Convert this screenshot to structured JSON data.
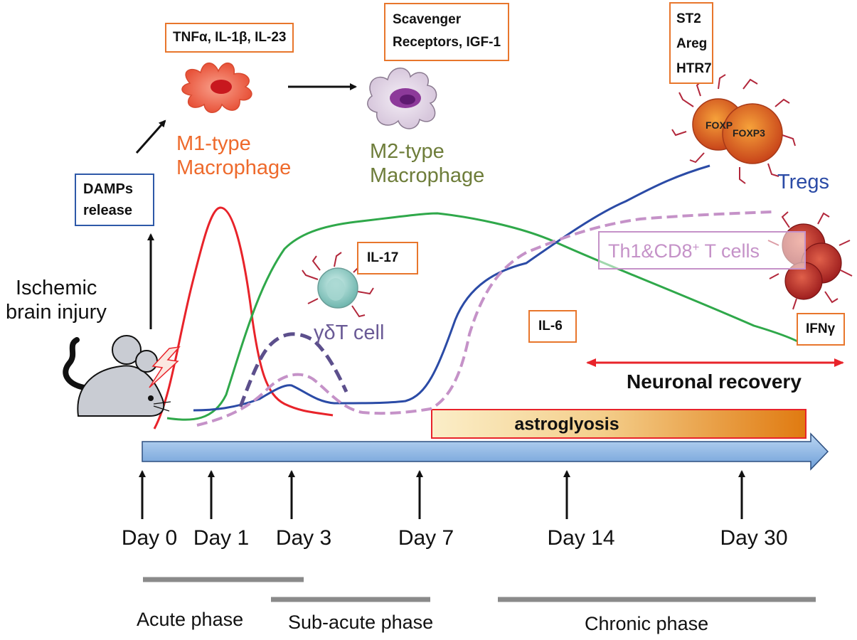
{
  "injury": {
    "line1": "Ischemic",
    "line2": "brain injury"
  },
  "damps": {
    "line1": "DAMPs",
    "line2": "release"
  },
  "m1": {
    "cytokines": "TNFα, IL-1β, IL-23",
    "line1": "M1-type",
    "line2": "Macrophage"
  },
  "m2": {
    "line1": "Scavenger",
    "line2": "Receptors, IGF-1",
    "name1": "M2-type",
    "name2": "Macrophage"
  },
  "tregs": {
    "line1": "ST2",
    "line2": "Areg",
    "line3": "HTR7",
    "label": "Tregs",
    "marker": "FOXP3",
    "marker_clip": "FOXP"
  },
  "il17": "IL-17",
  "gdt": "γδT cell",
  "il6": "IL-6",
  "th1": {
    "pre": "Th1&CD8",
    "sup": "+",
    "post": " T cells"
  },
  "ifng": "IFNγ",
  "recovery": "Neuronal recovery",
  "astro": "astroglyosis",
  "days": [
    "Day 0",
    "Day 1",
    "Day 3",
    "Day 7",
    "Day 14",
    "Day 30"
  ],
  "phases": {
    "acute": "Acute phase",
    "subacute": "Sub-acute phase",
    "chronic": "Chronic phase"
  },
  "colors": {
    "m1_curve": "#e8232a",
    "m2_curve": "#2fa84a",
    "tregs_curve": "#2b4ba6",
    "gdt_curve": "#5c4f8c",
    "th1_curve": "#c592c8",
    "box_border": "#e8762c",
    "damps_border": "#2e59a8",
    "timeline": "#8ab6e6",
    "m1_text": "#ee6a2c",
    "m2_text": "#6e7d3a",
    "tregs_text": "#2b4ba6",
    "gdt_text": "#6a5a96",
    "th1_text": "#c592c8"
  }
}
